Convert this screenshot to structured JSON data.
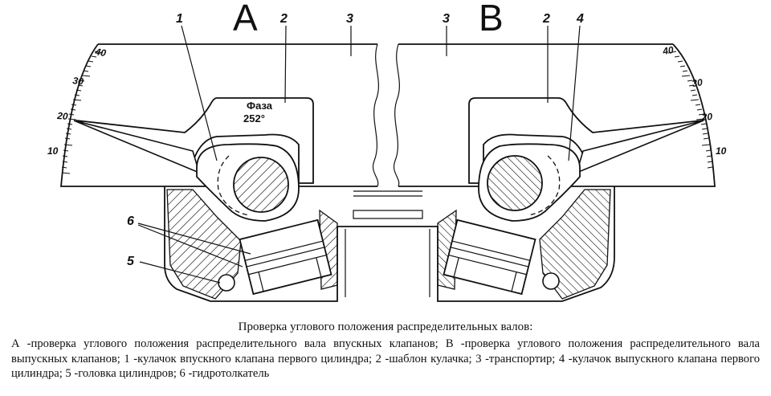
{
  "labels": {
    "view_a": "A",
    "view_b": "B",
    "callouts": {
      "a1": "1",
      "a2": "2",
      "a3": "3",
      "b3": "3",
      "b2": "2",
      "b4": "4",
      "n6": "6",
      "n5": "5"
    },
    "template_phase_word": "Фаза",
    "template_phase_value": "252°",
    "scale_left_ticks": [
      "40",
      "30",
      "20",
      "10"
    ],
    "scale_right_ticks": [
      "40",
      "30",
      "20",
      "10"
    ]
  },
  "caption": {
    "title": "Проверка углового положения распределительных валов:",
    "body": "А -проверка углового положения распределительного вала впускных клапанов; В -проверка углового положения распределительного вала выпускных клапанов; 1 -кулачок впускного клапана первого цилиндра; 2 -шаблон кулачка; 3 -транспортир; 4 -кулачок выпускного клапана первого цилиндра; 5 -головка цилиндров; 6 -гидротолкатель"
  },
  "colors": {
    "ink": "#111111",
    "paper": "#ffffff"
  }
}
